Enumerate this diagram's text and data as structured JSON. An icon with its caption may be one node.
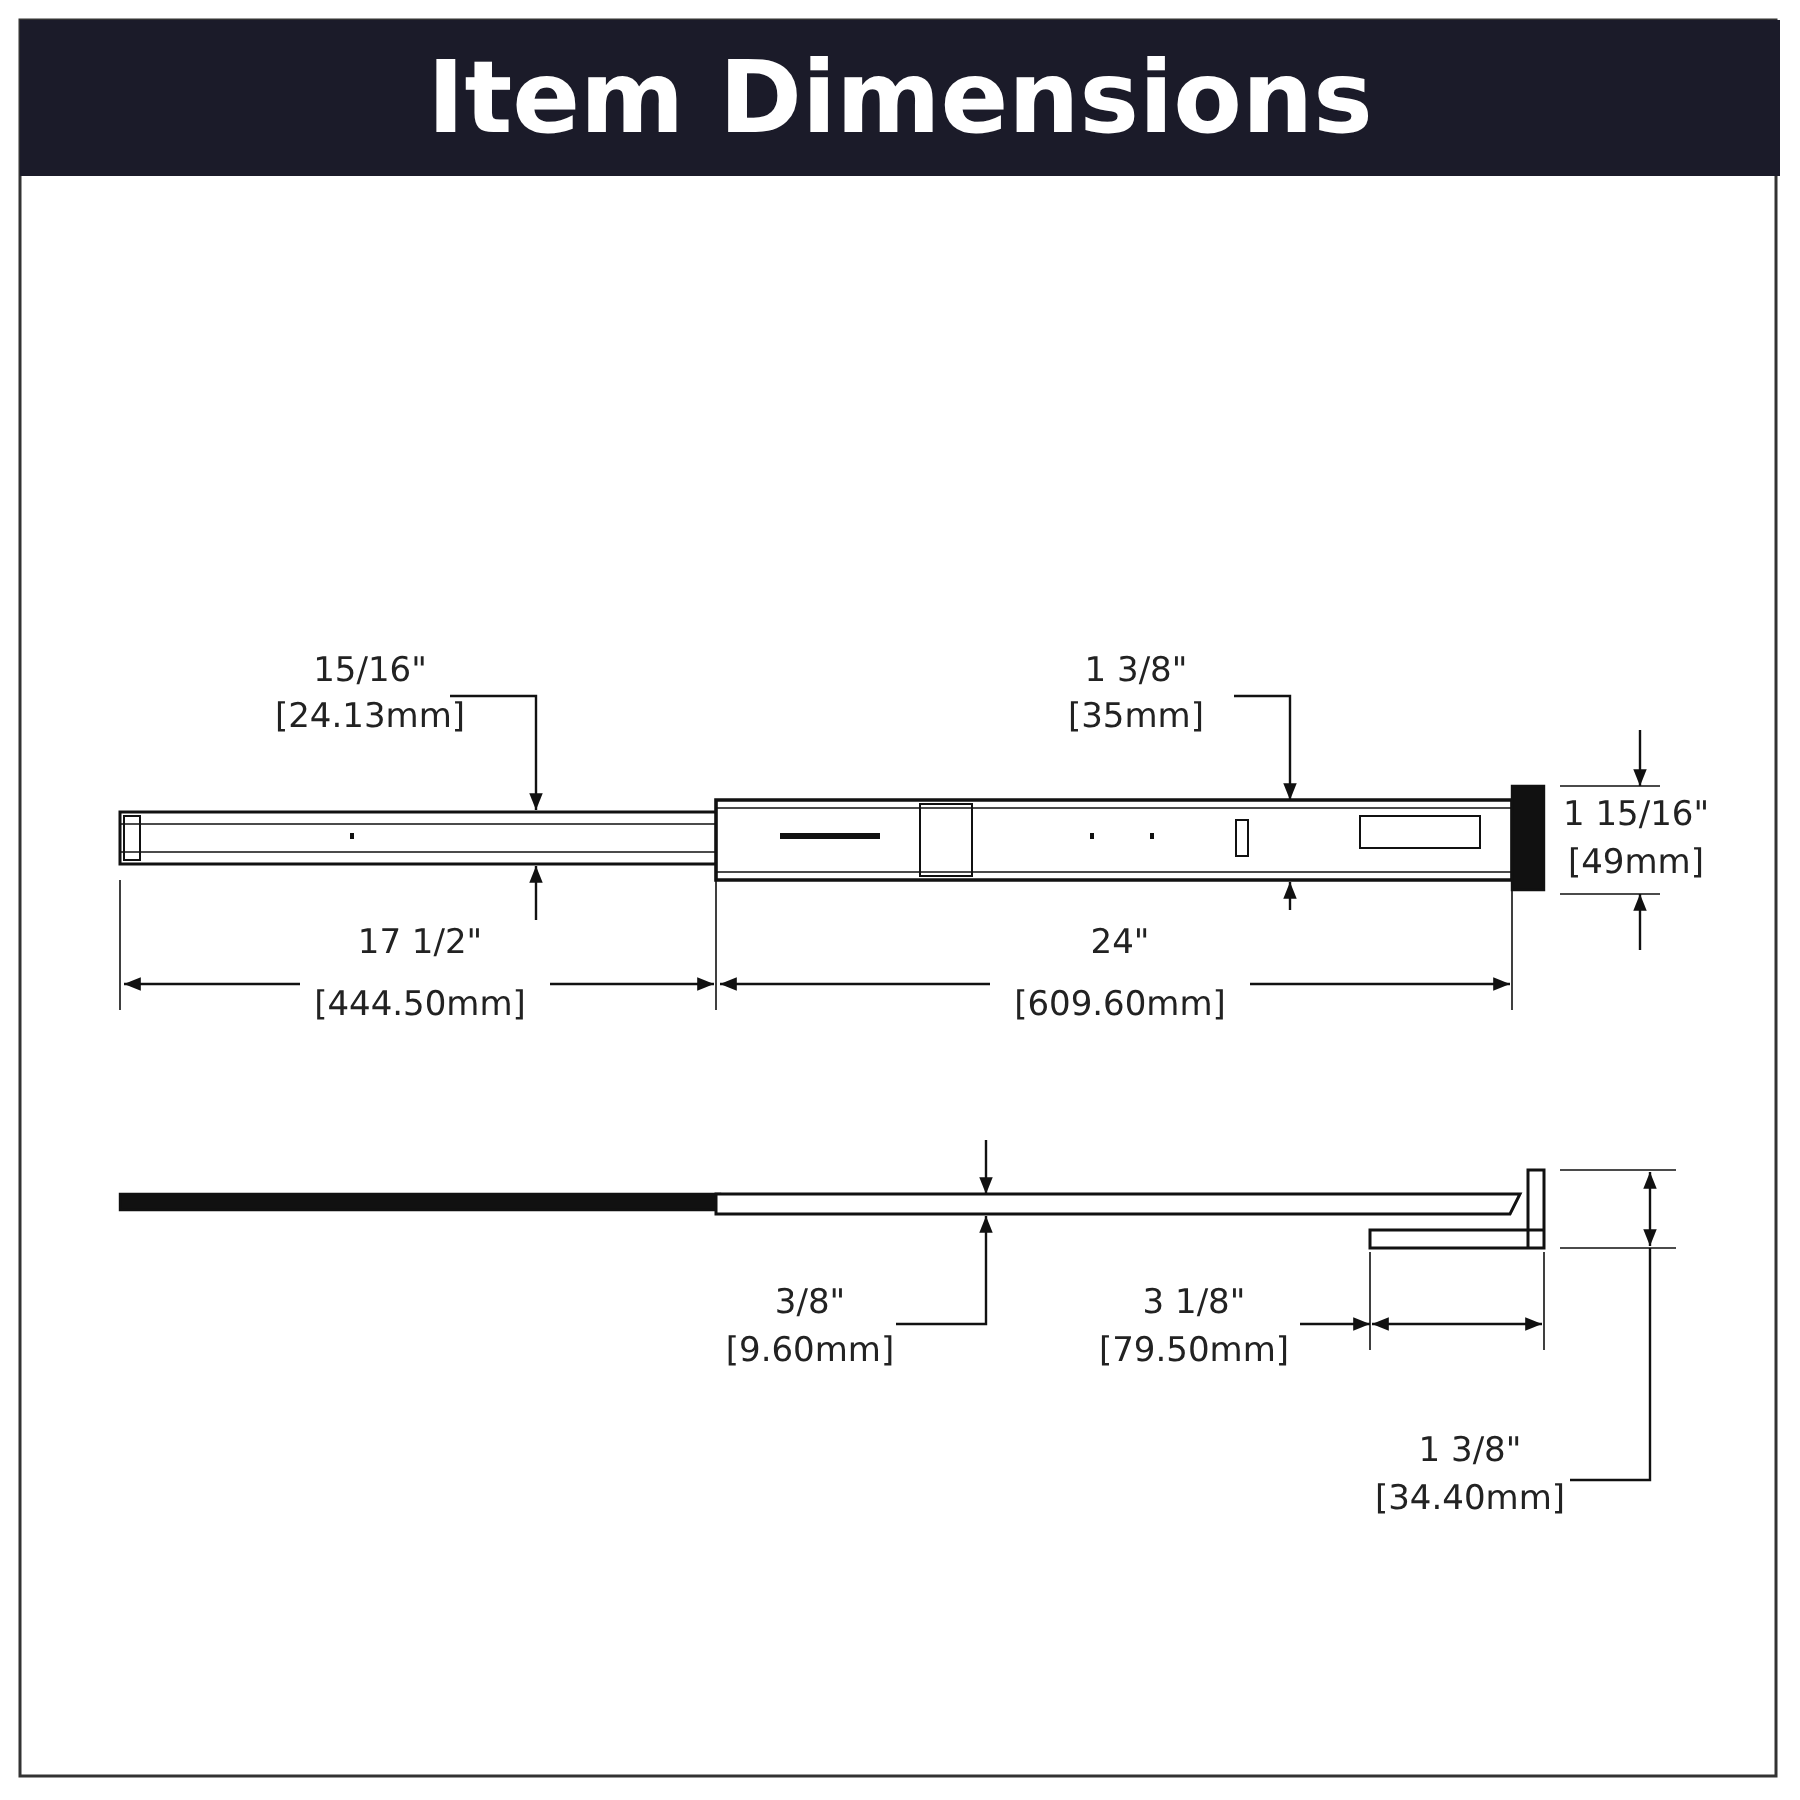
{
  "diagram": {
    "title": "Item Dimensions",
    "labels": [
      "15/16\"",
      "[24.13mm]",
      "1 3/8\"",
      "[35mm]",
      "1 15/16\"",
      "[49mm]",
      "17 1/2\"",
      "[444.50mm]",
      "24\"",
      "[609.60mm]",
      "3/8\"",
      "[9.60mm]",
      "3 1/8\"",
      "[79.50mm]",
      "1 3/8\"",
      "[34.40mm]"
    ]
  }
}
